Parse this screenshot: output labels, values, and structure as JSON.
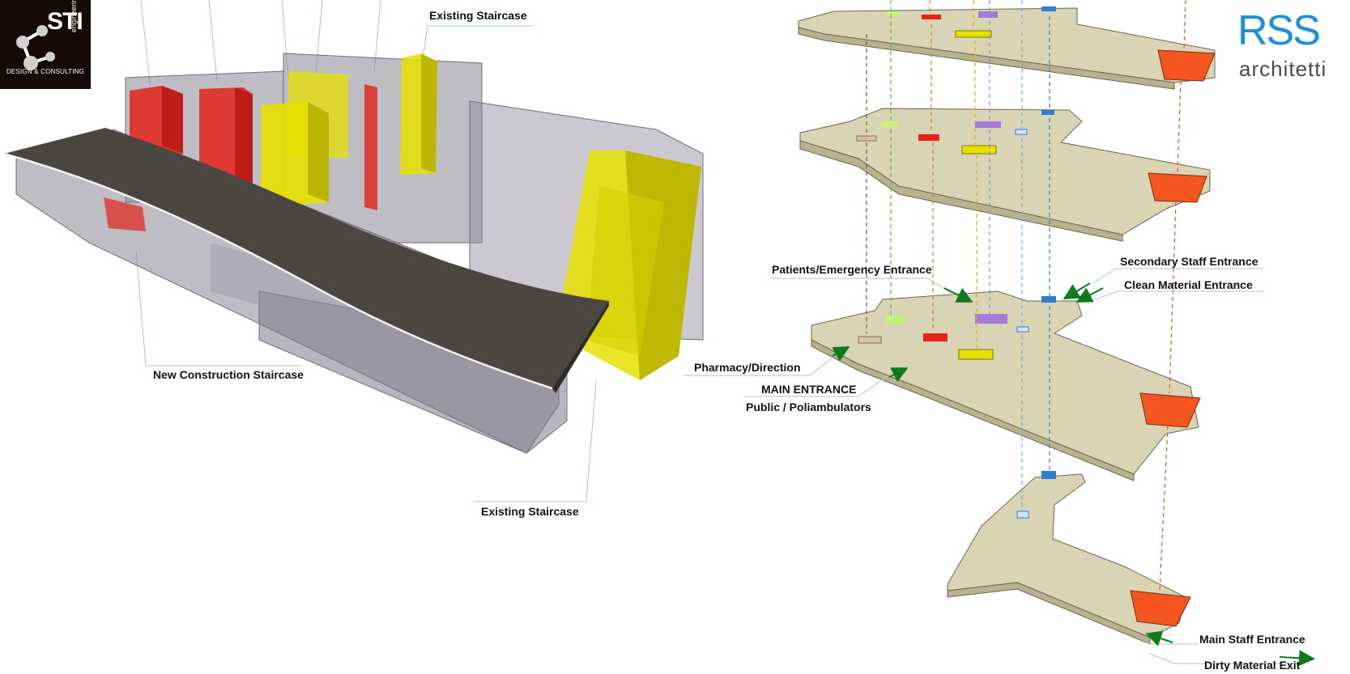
{
  "logos": {
    "sti": {
      "name": "STI",
      "sub": "engineering",
      "tagline": "DESIGN & CONSULTING"
    },
    "rss": {
      "mark": "RSS",
      "sub": "architetti"
    }
  },
  "left_labels": {
    "existing_staircase_top": "Existing Staircase",
    "new_construction_staircase": "New Construction Staircase",
    "existing_staircase_bottom": "Existing Staircase"
  },
  "right_labels": {
    "patients_emergency_entrance": "Patients/Emergency Entrance",
    "secondary_staff_entrance": "Secondary Staff Entrance",
    "clean_material_entrance": "Clean Material Entrance",
    "pharmacy_direction": "Pharmacy/Direction",
    "main_entrance": "MAIN ENTRANCE",
    "public_poliambulators": "Public / Poliambulators",
    "main_staff_entrance": "Main Staff Entrance",
    "dirty_material_exit": "Dirty Material Exit"
  },
  "colors": {
    "floor": "#d9d4b3",
    "floor_side": "#b8b28e",
    "red_core": "#e2231a",
    "yellow_core": "#e6e000",
    "orange_core": "#f5561f",
    "purple_core": "#a57ad8",
    "blue_core": "#2f7fd0",
    "green_arrow": "#0e7a1e",
    "building_gray": "#8b8794",
    "roof": "#4a4642"
  }
}
